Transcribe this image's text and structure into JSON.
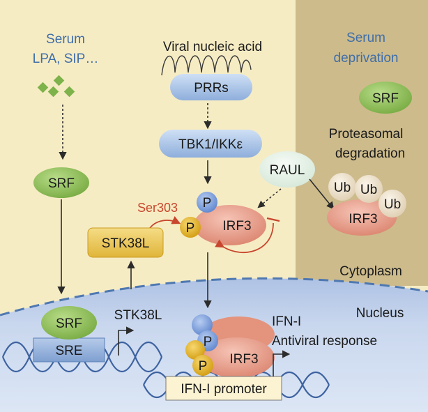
{
  "colors": {
    "cytoplasm": "#f6ecc4",
    "deprivation_panel": "#cdbb8c",
    "nucleus": "#c6d4ec",
    "srf_green": "#8cbe54",
    "prr_blue": "#a9c4e6",
    "irf3_pink": "#e79a86",
    "phospho_p": "#7a9edb",
    "phospho_yellow": "#e6b623",
    "stk38l_gold": "#edc957",
    "ser303_red": "#c8462d",
    "raul_mint": "#e2efe4",
    "ub_cream": "#efe4d0"
  },
  "labels": {
    "serum_title": "Serum",
    "serum_ligands": "LPA, SIP…",
    "viral_nucleic_acid": "Viral nucleic acid",
    "serum_deprivation_line1": "Serum",
    "serum_deprivation_line2": "deprivation",
    "proteasomal_line1": "Proteasomal",
    "proteasomal_line2": "degradation",
    "cytoplasm": "Cytoplasm",
    "nucleus": "Nucleus",
    "ser303": "Ser303",
    "stk38l_gene": "STK38L",
    "ifn_output_line1": "IFN-I",
    "ifn_output_line2": "Antiviral response"
  },
  "nodes": {
    "srf_cytoplasm": "SRF",
    "srf_deprivation": "SRF",
    "srf_nucleus": "SRF",
    "sre": "SRE",
    "prrs": "PRRs",
    "tbk1": "TBK1/IKKε",
    "stk38l_protein": "STK38L",
    "raul": "RAUL",
    "irf3_cytoplasm": "IRF3",
    "irf3_degraded": "IRF3",
    "irf3_nucleus": "IRF3",
    "p_upper_cytoplasm": "P",
    "p_lower_cytoplasm": "P",
    "p_upper_nucleus": "P",
    "p_lower_nucleus": "P",
    "ub_1": "Ub",
    "ub_2": "Ub",
    "ub_3": "Ub",
    "ifn_promoter": "IFN-I promoter"
  }
}
